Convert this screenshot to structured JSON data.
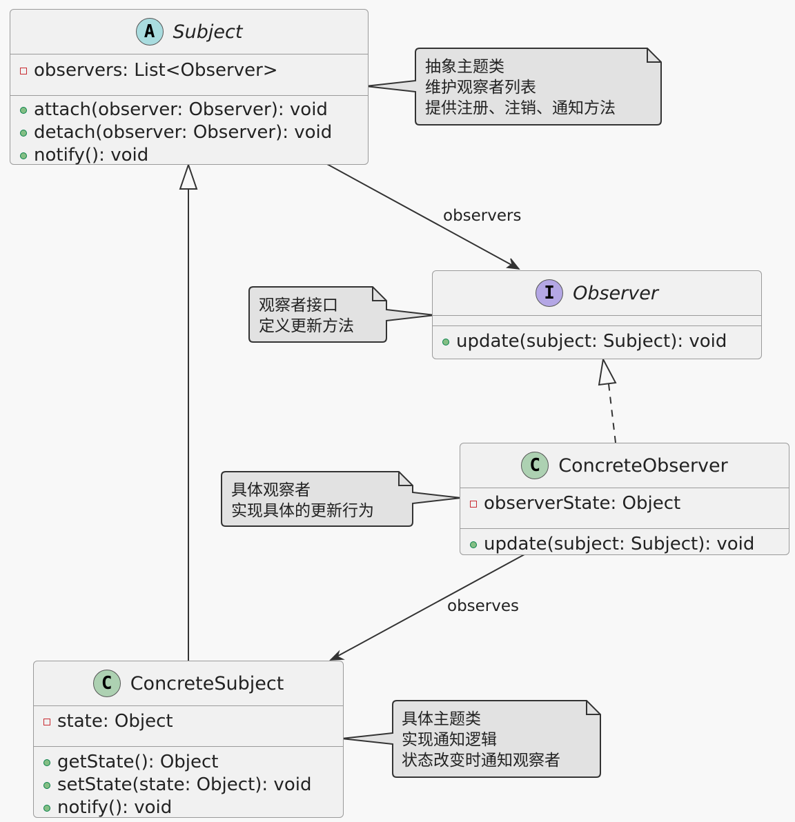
{
  "diagram": {
    "type": "uml-class-diagram",
    "classes": {
      "subject": {
        "stereotype_icon": "A",
        "stereotype_color": "#a9dcdf",
        "name": "Subject",
        "abstract": true,
        "fields": [
          {
            "visibility": "private",
            "text": "observers: List<Observer>"
          }
        ],
        "methods": [
          {
            "visibility": "public",
            "text": "attach(observer: Observer): void"
          },
          {
            "visibility": "public",
            "text": "detach(observer: Observer): void"
          },
          {
            "visibility": "public",
            "text": "notify(): void"
          }
        ]
      },
      "observer": {
        "stereotype_icon": "I",
        "stereotype_color": "#b4a7e5",
        "name": "Observer",
        "interface": true,
        "fields": [],
        "methods": [
          {
            "visibility": "public",
            "text": "update(subject: Subject): void"
          }
        ]
      },
      "concrete_observer": {
        "stereotype_icon": "C",
        "stereotype_color": "#add1b2",
        "name": "ConcreteObserver",
        "fields": [
          {
            "visibility": "private",
            "text": "observerState: Object"
          }
        ],
        "methods": [
          {
            "visibility": "public",
            "text": "update(subject: Subject): void"
          }
        ]
      },
      "concrete_subject": {
        "stereotype_icon": "C",
        "stereotype_color": "#add1b2",
        "name": "ConcreteSubject",
        "fields": [
          {
            "visibility": "private",
            "text": "state: Object"
          }
        ],
        "methods": [
          {
            "visibility": "public",
            "text": "getState(): Object"
          },
          {
            "visibility": "public",
            "text": "setState(state: Object): void"
          },
          {
            "visibility": "public",
            "text": "notify(): void"
          }
        ]
      }
    },
    "notes": {
      "subject_note": [
        "抽象主题类",
        "维护观察者列表",
        "提供注册、注销、通知方法"
      ],
      "observer_note": [
        "观察者接口",
        "定义更新方法"
      ],
      "concrete_observer_note": [
        "具体观察者",
        "实现具体的更新行为"
      ],
      "concrete_subject_note": [
        "具体主题类",
        "实现通知逻辑",
        "状态改变时通知观察者"
      ]
    },
    "relations": [
      {
        "from": "Subject",
        "to": "Observer",
        "type": "association",
        "label": "observers"
      },
      {
        "from": "ConcreteObserver",
        "to": "ConcreteSubject",
        "type": "association",
        "label": "observes"
      },
      {
        "from": "ConcreteSubject",
        "to": "Subject",
        "type": "inheritance",
        "label": ""
      },
      {
        "from": "ConcreteObserver",
        "to": "Observer",
        "type": "realization",
        "label": ""
      }
    ],
    "colors": {
      "background": "#f8f8f8",
      "class_fill": "#f1f1f1",
      "class_border": "#9a9a9a",
      "note_fill": "#e2e2e2",
      "note_border": "#333333",
      "private_marker": "#c82930",
      "public_marker": "#84be84"
    }
  }
}
